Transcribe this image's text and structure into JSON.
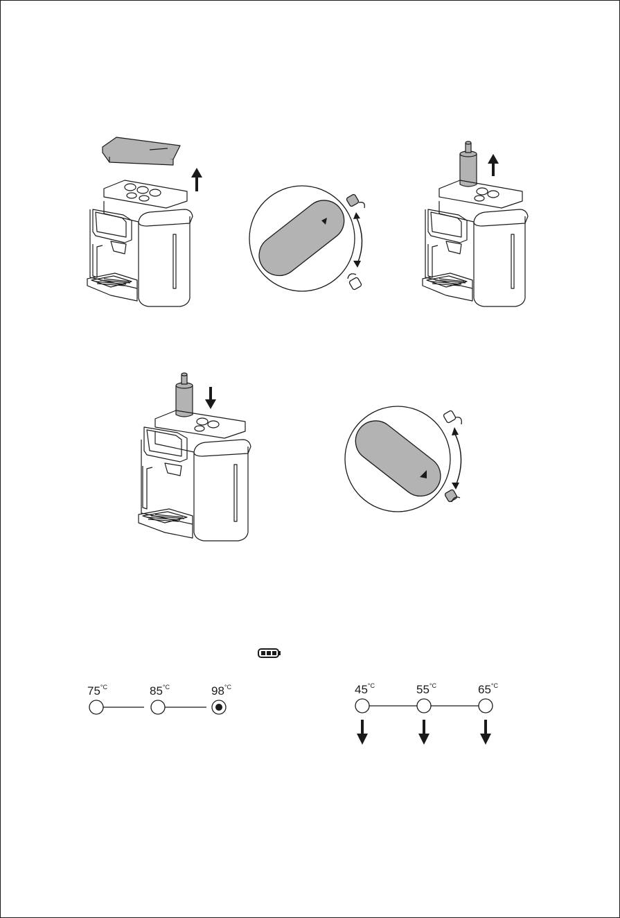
{
  "colors": {
    "line": "#1a1a1a",
    "fill_grey": "#b3b3b3",
    "background": "#ffffff"
  },
  "icons": {
    "up_arrow": "up-arrow-icon",
    "down_arrow": "down-arrow-icon",
    "lock": "lock-icon",
    "unlock": "unlock-icon",
    "battery": "battery-icon",
    "rotate": "rotate-arrow-icon"
  },
  "scale_hot": {
    "unit": "°C",
    "values": [
      "75",
      "85",
      "98"
    ],
    "selected_index": 2
  },
  "scale_warm": {
    "unit": "°C",
    "values": [
      "45",
      "55",
      "65"
    ]
  }
}
